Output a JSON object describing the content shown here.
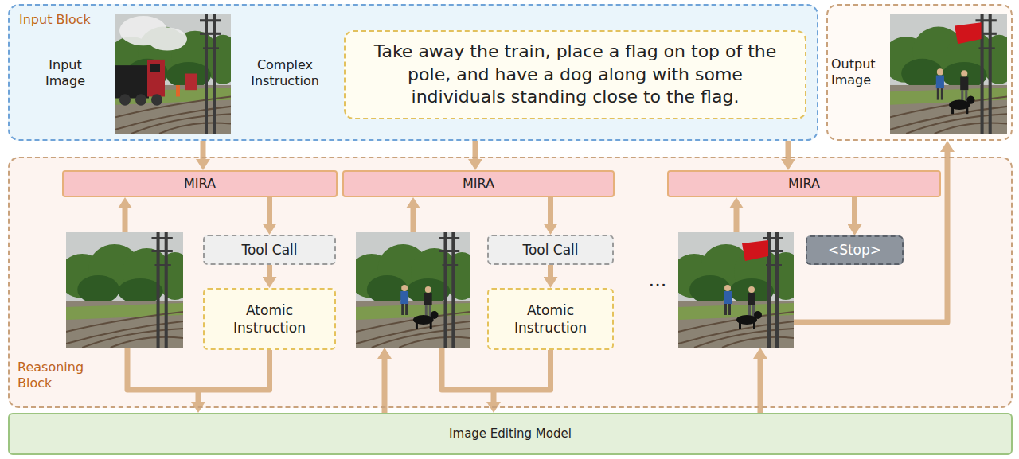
{
  "diagram": {
    "nodes": [
      {
        "text": [
          "Input Block"
        ]
      },
      {
        "text": [
          "Take away the train, place a flag on top of the pole, and have a dog along with some individuals standing close to the flag."
        ],
        "in": 0
      },
      {
        "text": [
          "Output Image"
        ]
      },
      {
        "text": [
          "Reasoning Block"
        ]
      },
      {
        "text": [
          "MIRA"
        ],
        "in": 3
      },
      {
        "text": [
          "Tool Call"
        ],
        "in": 3
      },
      {
        "text": [
          "Atomic Instruction"
        ],
        "in": 3
      },
      {
        "text": [
          "MIRA"
        ],
        "in": 3
      },
      {
        "text": [
          "Tool Call"
        ],
        "in": 3
      },
      {
        "text": [
          "Atomic Instruction"
        ],
        "in": 3
      },
      {
        "text": [
          "MIRA"
        ],
        "in": 3
      },
      {
        "text": [
          "<Stop>"
        ],
        "in": 3
      },
      {
        "text": [
          "Image Editing Model"
        ]
      }
    ],
    "edges": [
      {
        "from": 0,
        "to": 4,
        "arrow": "to"
      },
      {
        "from": 0,
        "to": 7,
        "arrow": "to"
      },
      {
        "from": 0,
        "to": 10,
        "arrow": "to"
      },
      {
        "from": 4,
        "to": 5,
        "arrow": "to"
      },
      {
        "from": 5,
        "to": 6,
        "arrow": "to"
      },
      {
        "from": 6,
        "to": 12,
        "arrow": "to"
      },
      {
        "from": 7,
        "to": 8,
        "arrow": "to"
      },
      {
        "from": 8,
        "to": 9,
        "arrow": "to"
      },
      {
        "from": 9,
        "to": 12,
        "arrow": "to"
      },
      {
        "from": 10,
        "to": 11,
        "arrow": "to"
      }
    ],
    "labels": [
      "Input Image",
      "Complex Instruction",
      "..."
    ]
  }
}
